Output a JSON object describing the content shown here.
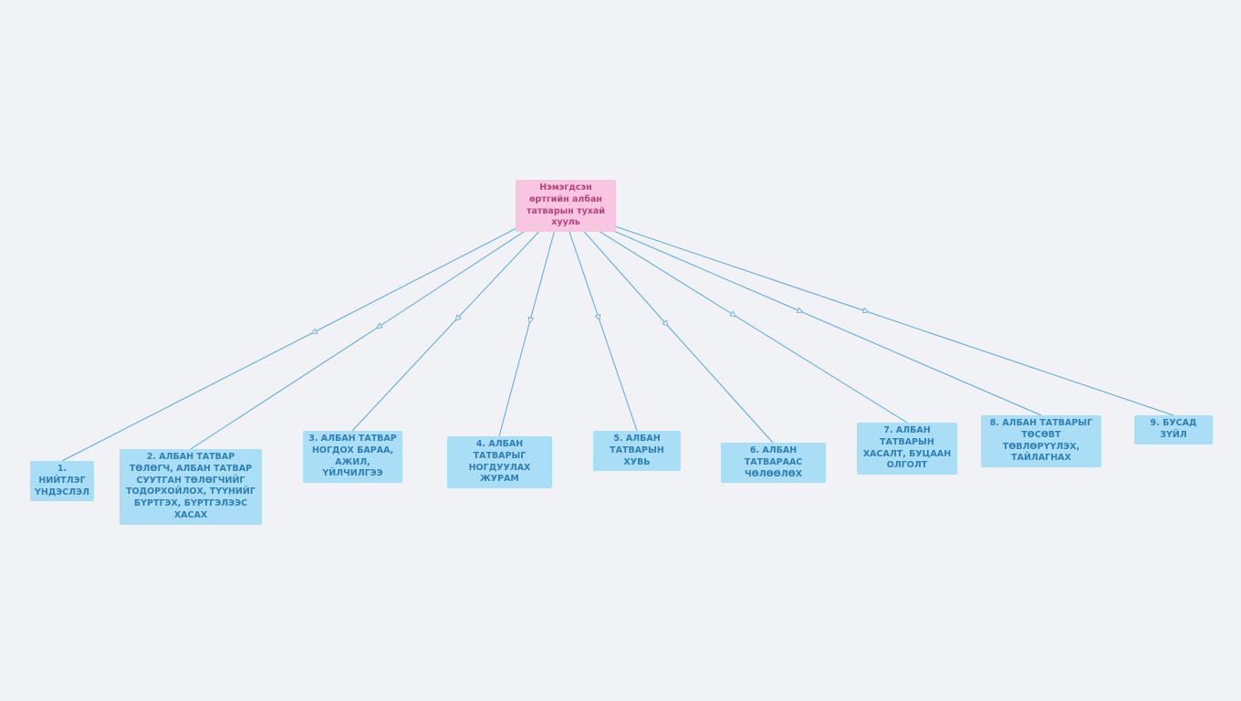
{
  "diagram": {
    "title": "Нэмэгдсэн өртгийн албан татварын тухай хууль",
    "root": {
      "label": "Нэмэгдсэн өртгийн албан татварын тухай хууль"
    },
    "nodes": [
      {
        "label": "1. НИЙТЛЭГ ҮНДЭСЛЭЛ"
      },
      {
        "label": "2. АЛБАН ТАТВАР ТӨЛӨГЧ, АЛБАН ТАТВАР СУУТГАН ТӨЛӨГЧИЙГ ТОДОРХОЙЛОХ, ТҮҮНИЙГ БҮРТГЭХ, БҮРТГЭЛЭЭС ХАСАХ"
      },
      {
        "label": "3. АЛБАН ТАТВАР НОГДОХ БАРАА, АЖИЛ, ҮЙЛЧИЛГЭЭ"
      },
      {
        "label": "4. АЛБАН ТАТВАРЫГ НОГДУУЛАХ ЖУРАМ"
      },
      {
        "label": "5. АЛБАН ТАТВАРЫН ХУВЬ"
      },
      {
        "label": "6. АЛБАН ТАТВАРААС ЧӨЛӨӨЛӨХ"
      },
      {
        "label": "7. АЛБАН ТАТВАРЫН ХАСАЛТ, БУЦААН ОЛГОЛТ"
      },
      {
        "label": "8. АЛБАН ТАТВАРЫГ ТӨСӨВТ ТӨВЛӨРҮҮЛЭХ, ТАЙЛАГНАХ"
      },
      {
        "label": "9. БУСАД ЗҮЙЛ"
      }
    ],
    "colors": {
      "background": "#f0f2f5",
      "root_bg": "#f9c6e1",
      "root_text": "#b5437e",
      "node_bg": "#aadef7",
      "node_text": "#2e7fb5",
      "edge": "#58a8d6"
    }
  }
}
